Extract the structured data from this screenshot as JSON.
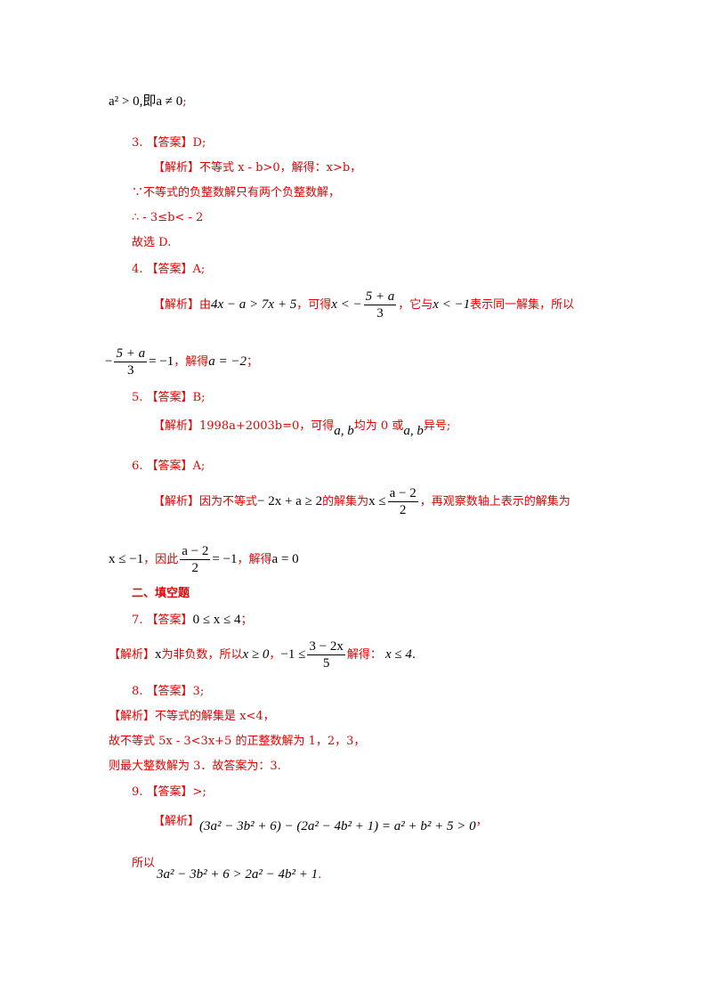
{
  "lines": {
    "l1_math": "a² > 0,即a ≠ 0",
    "l1_tail": ";",
    "q3_num": "3.",
    "q3_ans": "【答案】D;",
    "q3_exp": "【解析】不等式 x - b>0，解得：x>b，",
    "q3_l2": "∵不等式的负整数解只有两个负整数解，",
    "q3_l3": "∴ - 3≤b< - 2",
    "q3_l4": "故选 D.",
    "q4_num": "4.",
    "q4_ans": "【答案】A;",
    "q4_exp_a": "【解析】由",
    "q4_m1": "4x − a > 7x + 5",
    "q4_exp_b": "，可得",
    "q4_m2_pre": "x < −",
    "q4_frac_num": "5 + a",
    "q4_frac_den": "3",
    "q4_exp_c": "，它与",
    "q4_m3": "x < −1",
    "q4_exp_d": "表示同一解集，所以",
    "q4_l2_pre": "−",
    "q4_l2_frac_num": "5 + a",
    "q4_l2_frac_den": "3",
    "q4_l2_m": "= −1",
    "q4_l2_b": "，解得",
    "q4_l2_m2": "a = −2",
    "q4_l2_c": "；",
    "q5_num": "5.",
    "q5_ans": "【答案】B;",
    "q5_exp_a": "【解析】1998a+2003b=0，可得",
    "q5_m1": "a, b",
    "q5_exp_b": "均为 0 或",
    "q5_m2": "a, b",
    "q5_exp_c": "异号;",
    "q6_num": "6.",
    "q6_ans": "【答案】A;",
    "q6_exp_a": "【解析】因为不等式",
    "q6_m1": "− 2x + a ≥ 2",
    "q6_exp_b": "的解集为",
    "q6_m2": "x ≤",
    "q6_frac_num": "a − 2",
    "q6_frac_den": "2",
    "q6_exp_c": "，再观察数轴上表示的解集为",
    "q6_l2_m1": "x ≤ −1",
    "q6_l2_a": "，因此",
    "q6_l2_frac_num": "a − 2",
    "q6_l2_frac_den": "2",
    "q6_l2_m2": "= −1",
    "q6_l2_b": "，解得",
    "q6_l2_m3": "a = 0",
    "section2": "二、填空题",
    "q7_num": "7.",
    "q7_ans": "【答案】",
    "q7_m": "0 ≤ x ≤ 4",
    "q7_tail": "；",
    "q7_exp_a": "【解析】",
    "q7_x": "x",
    "q7_exp_b": "为非负数，所以",
    "q7_m1": "x ≥ 0",
    "q7_comma": "，",
    "q7_m2": "−1 ≤",
    "q7_frac_num": "3 − 2x",
    "q7_frac_den": "5",
    "q7_exp_c": "解得：",
    "q7_m3": "x ≤ 4",
    "q7_end": ".",
    "q8_num": "8.",
    "q8_ans": "【答案】3;",
    "q8_exp": "【解析】不等式的解集是 x<4，",
    "q8_l2": "故不等式 5x - 3<3x+5 的正整数解为 1，2，3，",
    "q8_l3": "则最大整数解为 3．故答案为：3.",
    "q9_num": "9.",
    "q9_ans": "【答案】>;",
    "q9_exp_a": "【解析】",
    "q9_m": "(3a² − 3b² + 6) − (2a² − 4b² + 1) = a² + b² + 5 > 0",
    "q9_tail": "，",
    "q9_l2_a": "所以",
    "q9_l2_m": "3a² − 3b² + 6 > 2a² − 4b² + 1",
    "q9_l2_tail": "."
  },
  "colors": {
    "accent": "#e60000",
    "text": "#000000"
  }
}
